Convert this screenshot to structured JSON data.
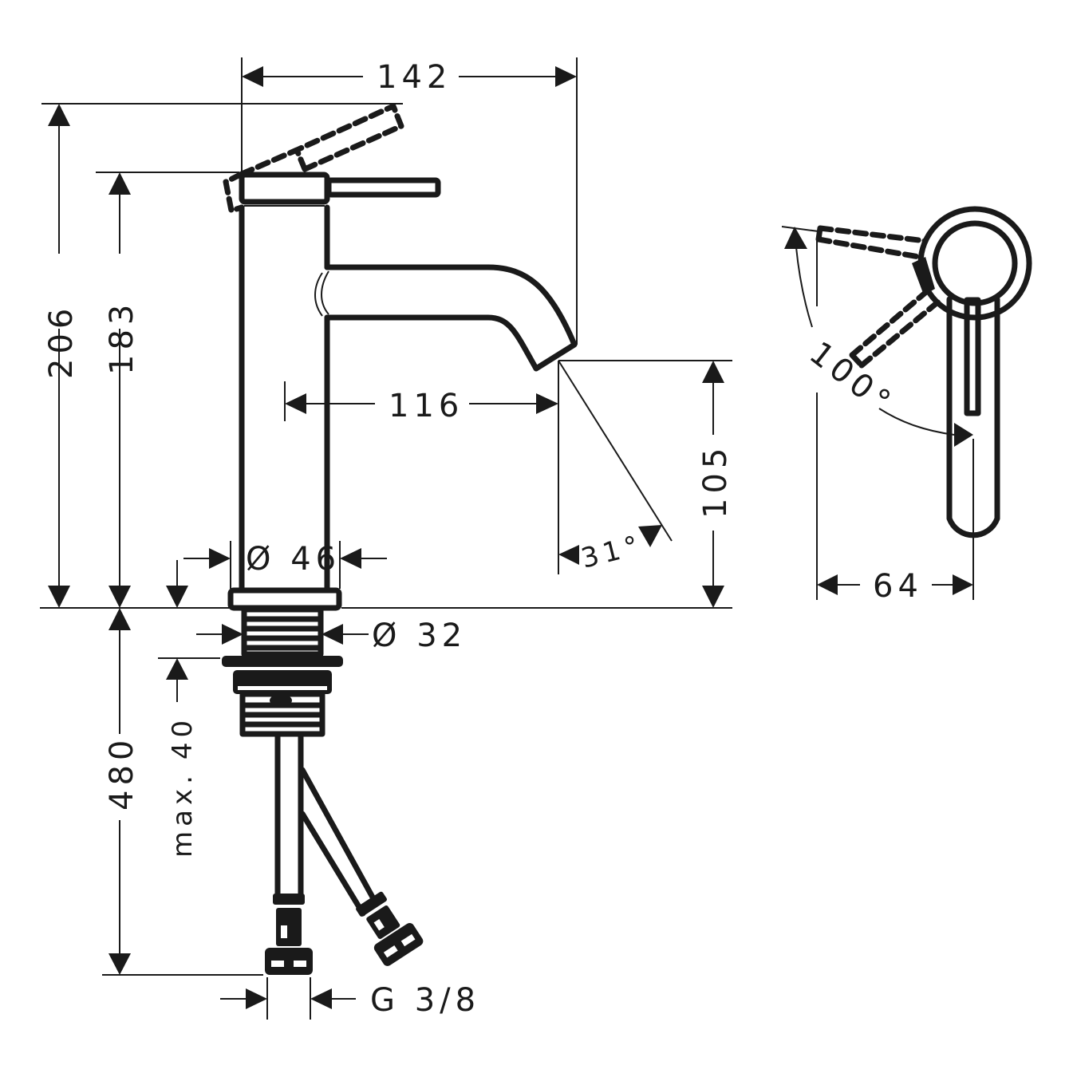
{
  "drawing": {
    "subject": "Single lever basin mixer tap — dimensional drawing",
    "color": "#1a1a1a",
    "background": "#ffffff",
    "dimensions": {
      "overall_width": "142",
      "overall_height": "206",
      "body_height": "183",
      "spout_projection": "116",
      "spout_height": "105",
      "spout_angle": "31°",
      "body_diameter": "Ø 46",
      "thread_diameter": "Ø 32",
      "max_deck_thickness_value": "40",
      "max_deck_thickness_prefix": "max.",
      "hose_length": "480",
      "connection_thread": "G 3/8",
      "lever_rotation": "100°",
      "side_view_width": "64"
    }
  }
}
